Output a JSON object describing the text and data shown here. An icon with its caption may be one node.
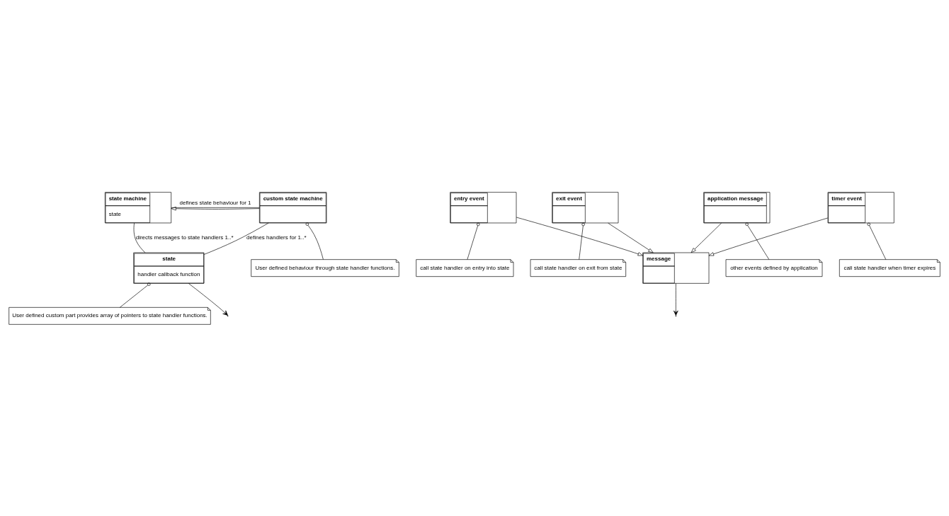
{
  "diagram": {
    "nodes": [
      {
        "text": [
          "state machine",
          "state"
        ]
      },
      {
        "text": [
          "custom state machine"
        ]
      },
      {
        "text": [
          "state",
          "handler callback function"
        ]
      },
      {
        "text": [
          "message"
        ]
      },
      {
        "text": [
          "entry event"
        ]
      },
      {
        "text": [
          "exit event"
        ]
      },
      {
        "text": [
          "timer event"
        ]
      },
      {
        "text": [
          "application message"
        ]
      },
      {
        "text": [
          "User defined behaviour through state handler functions."
        ]
      },
      {
        "text": [
          "User defined custom part provides array of pointers to state handler functions."
        ]
      },
      {
        "text": [
          "call state handler on entry into state"
        ]
      },
      {
        "text": [
          "call state handler on exit from state"
        ]
      },
      {
        "text": [
          "call state handler when timer expires"
        ]
      },
      {
        "text": [
          "other events defined by application"
        ]
      }
    ],
    "edges": [
      {
        "from": 1,
        "to": 0,
        "arrow": "to"
      },
      {
        "from": 0,
        "to": 1,
        "arrow": "none",
        "label": "defines state behaviour for 1"
      },
      {
        "from": 2,
        "to": null,
        "arrow": "to"
      },
      {
        "from": 0,
        "to": 2,
        "arrow": "none",
        "label": "directs messages to state handlers 1..*"
      },
      {
        "from": 3,
        "to": null,
        "arrow": "to"
      },
      {
        "from": 2,
        "to": 1,
        "arrow": "none",
        "label": "defines handlers for 1..*"
      },
      {
        "from": 4,
        "to": 3,
        "arrow": "to"
      },
      {
        "from": 5,
        "to": 3,
        "arrow": "to"
      },
      {
        "from": 6,
        "to": 3,
        "arrow": "to"
      },
      {
        "from": 7,
        "to": 3,
        "arrow": "to"
      },
      {
        "from": 1,
        "to": 8,
        "arrow": "other"
      },
      {
        "from": 2,
        "to": 9,
        "arrow": "other"
      },
      {
        "from": 4,
        "to": 10,
        "arrow": "other"
      },
      {
        "from": 5,
        "to": 11,
        "arrow": "other"
      },
      {
        "from": 6,
        "to": 12,
        "arrow": "other"
      },
      {
        "from": 7,
        "to": 13,
        "arrow": "other"
      }
    ]
  }
}
